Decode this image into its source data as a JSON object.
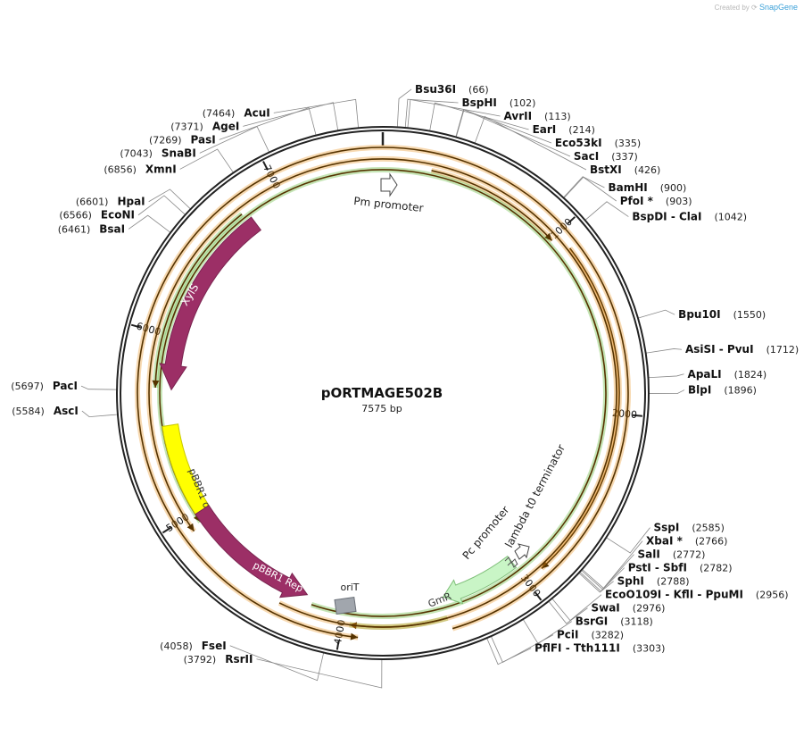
{
  "header": {
    "credit_prefix": "Created by",
    "credit_brand": "SnapGene"
  },
  "plasmid": {
    "name": "pORTMAGE502B",
    "length_label": "7575 bp",
    "length": 7575
  },
  "ticks": [
    {
      "bp": 1000,
      "label": "1000"
    },
    {
      "bp": 2000,
      "label": "2000"
    },
    {
      "bp": 3000,
      "label": "3000"
    },
    {
      "bp": 4000,
      "label": "4000"
    },
    {
      "bp": 5000,
      "label": "5000"
    },
    {
      "bp": 6000,
      "label": "6000"
    },
    {
      "bp": 7000,
      "label": "7000"
    }
  ],
  "features": [
    {
      "name": "XylS",
      "type": "arrow",
      "start": 6800,
      "end": 5700,
      "color": "#9c2f66",
      "text_color": "#ffffff"
    },
    {
      "name": "pBBR1 oriV",
      "type": "box",
      "start": 5500,
      "end": 4990,
      "color": "#ffff00",
      "text_color": "#333333"
    },
    {
      "name": "pBBR1 Rep",
      "type": "arrow",
      "start": 4990,
      "end": 4220,
      "color": "#9c2f66",
      "text_color": "#ffffff"
    },
    {
      "name": "GmR",
      "type": "arrow",
      "start": 3440,
      "end": 3020,
      "color": "#c9f5c6",
      "text_color": "#333333"
    },
    {
      "name": "oriT",
      "type": "box_small",
      "color": "#a1a6ad",
      "text_color": "#222222"
    },
    {
      "name": "Pm promoter",
      "type": "promoter",
      "color": "#ffffff",
      "text_color": "#222222"
    },
    {
      "name": "Pc promoter",
      "type": "promoter",
      "color": "#ffffff",
      "text_color": "#222222"
    },
    {
      "name": "lambda t0 terminator",
      "type": "terminator",
      "color": "#ffffff",
      "text_color": "#222222"
    }
  ],
  "orfs": [
    {
      "start": 260,
      "end": 1010,
      "dir": "cw",
      "color": "#e8931f",
      "radius": 255
    },
    {
      "start": 1100,
      "end": 2900,
      "dir": "cw",
      "color": "#e8931f",
      "radius": 265
    },
    {
      "start": 3440,
      "end": 3910,
      "dir": "ccw",
      "color": "#e8931f",
      "radius": 275
    },
    {
      "start": 3450,
      "end": 3960,
      "dir": "cw",
      "color": "#5ab52a",
      "radius": 262
    },
    {
      "start": 4180,
      "end": 4940,
      "dir": "ccw",
      "color": "#5ab52a",
      "radius": 250
    },
    {
      "start": 4340,
      "end": 4920,
      "dir": "ccw",
      "color": "#e8931f",
      "radius": 262
    },
    {
      "start": 6770,
      "end": 5710,
      "dir": "ccw",
      "color": "#5ab52a",
      "radius": 255
    }
  ],
  "enzymes": [
    {
      "name": "AcuI",
      "pos": "(7464)",
      "bp": 7464,
      "side": "left"
    },
    {
      "name": "AgeI",
      "pos": "(7371)",
      "bp": 7371,
      "side": "left"
    },
    {
      "name": "PasI",
      "pos": "(7269)",
      "bp": 7269,
      "side": "left"
    },
    {
      "name": "SnaBI",
      "pos": "(7043)",
      "bp": 7043,
      "side": "left"
    },
    {
      "name": "XmnI",
      "pos": "(6856)",
      "bp": 6856,
      "side": "left"
    },
    {
      "name": "HpaI",
      "pos": "(6601)",
      "bp": 6601,
      "side": "left"
    },
    {
      "name": "EcoNI",
      "pos": "(6566)",
      "bp": 6566,
      "side": "left"
    },
    {
      "name": "BsaI",
      "pos": "(6461)",
      "bp": 6461,
      "side": "left"
    },
    {
      "name": "PacI",
      "pos": "(5697)",
      "bp": 5697,
      "side": "left"
    },
    {
      "name": "AscI",
      "pos": "(5584)",
      "bp": 5584,
      "side": "left"
    },
    {
      "name": "FseI",
      "pos": "(4058)",
      "bp": 4058,
      "side": "left"
    },
    {
      "name": "RsrII",
      "pos": "(3792)",
      "bp": 3792,
      "side": "left"
    },
    {
      "name": "Bsu36I",
      "pos": "(66)",
      "bp": 66,
      "side": "right"
    },
    {
      "name": "BspHI",
      "pos": "(102)",
      "bp": 102,
      "side": "right"
    },
    {
      "name": "AvrII",
      "pos": "(113)",
      "bp": 113,
      "side": "right"
    },
    {
      "name": "EarI",
      "pos": "(214)",
      "bp": 214,
      "side": "right"
    },
    {
      "name": "Eco53kI",
      "pos": "(335)",
      "bp": 335,
      "side": "right"
    },
    {
      "name": "SacI",
      "pos": "(337)",
      "bp": 337,
      "side": "right"
    },
    {
      "name": "BstXI",
      "pos": "(426)",
      "bp": 426,
      "side": "right"
    },
    {
      "name": "BamHI",
      "pos": "(900)",
      "bp": 900,
      "side": "right"
    },
    {
      "name": "PfoI *",
      "pos": "(903)",
      "bp": 903,
      "side": "right"
    },
    {
      "name": "BspDI  - ClaI",
      "pos": "(1042)",
      "bp": 1042,
      "side": "right"
    },
    {
      "name": "Bpu10I",
      "pos": "(1550)",
      "bp": 1550,
      "side": "right"
    },
    {
      "name": "AsiSI  - PvuI",
      "pos": "(1712)",
      "bp": 1712,
      "side": "right"
    },
    {
      "name": "ApaLI",
      "pos": "(1824)",
      "bp": 1824,
      "side": "right"
    },
    {
      "name": "BlpI",
      "pos": "(1896)",
      "bp": 1896,
      "side": "right"
    },
    {
      "name": "SspI",
      "pos": "(2585)",
      "bp": 2585,
      "side": "right"
    },
    {
      "name": "XbaI *",
      "pos": "(2766)",
      "bp": 2766,
      "side": "right"
    },
    {
      "name": "SalI",
      "pos": "(2772)",
      "bp": 2772,
      "side": "right"
    },
    {
      "name": "PstI  - SbfI",
      "pos": "(2782)",
      "bp": 2782,
      "side": "right"
    },
    {
      "name": "SphI",
      "pos": "(2788)",
      "bp": 2788,
      "side": "right"
    },
    {
      "name": "EcoO109I  - KflI  - PpuMI",
      "pos": "(2956)",
      "bp": 2956,
      "side": "right"
    },
    {
      "name": "SwaI",
      "pos": "(2976)",
      "bp": 2976,
      "side": "right"
    },
    {
      "name": "BsrGI",
      "pos": "(3118)",
      "bp": 3118,
      "side": "right"
    },
    {
      "name": "PciI",
      "pos": "(3282)",
      "bp": 3282,
      "side": "right"
    },
    {
      "name": "PflFI  - Tth111I",
      "pos": "(3303)",
      "bp": 3303,
      "side": "right"
    }
  ]
}
